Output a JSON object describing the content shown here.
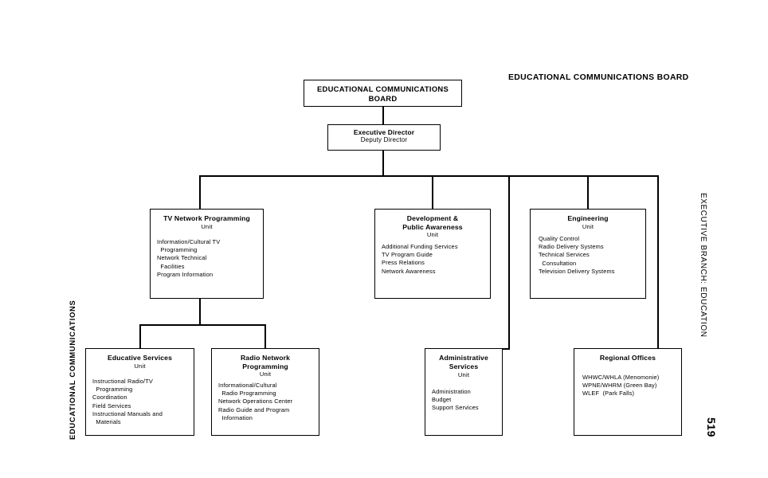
{
  "page": {
    "header_title": "EDUCATIONAL COMMUNICATIONS BOARD",
    "side_label_right": "EXECUTIVE BRANCH: EDUCATION",
    "side_label_left": "EDUCATIONAL COMMUNICATIONS",
    "page_number": "519"
  },
  "chart_data": {
    "type": "diagram",
    "title": "EDUCATIONAL COMMUNICATIONS BOARD",
    "nodes": [
      {
        "id": "board",
        "title": "EDUCATIONAL COMMUNICATIONS BOARD",
        "subtitle": "",
        "items": [],
        "level": 0
      },
      {
        "id": "executive-director",
        "title": "Executive Director",
        "subtitle": "Deputy Director",
        "items": [],
        "level": 1
      },
      {
        "id": "tv-network-programming",
        "title": "TV Network Programming",
        "subtitle": "Unit",
        "items": [
          "Information/Cultural TV",
          "  Programming",
          "Network Technical",
          "  Facilities",
          "Program Information"
        ],
        "level": 2
      },
      {
        "id": "development-public-awareness",
        "title": "Development &\nPublic Awareness",
        "subtitle": "Unit",
        "items": [
          "Additional Funding Services",
          "TV Program Guide",
          "Press Relations",
          "Network Awareness"
        ],
        "level": 2
      },
      {
        "id": "engineering",
        "title": "Engineering",
        "subtitle": "Unit",
        "items": [
          "Quality Control",
          "Radio Delivery Systems",
          "Technical Services",
          "  Consultation",
          "Television Delivery Systems"
        ],
        "level": 2
      },
      {
        "id": "educative-services",
        "title": "Educative Services",
        "subtitle": "Unit",
        "items": [
          "Instructional Radio/TV",
          "  Programming",
          "Coordination",
          "Field Services",
          "Instructional Manuals and",
          "  Materials"
        ],
        "level": 3
      },
      {
        "id": "radio-network-programming",
        "title": "Radio Network\nProgramming",
        "subtitle": "Unit",
        "items": [
          "Informational/Cultural",
          "  Radio Programming",
          "Network Operations Center",
          "Radio Guide and Program",
          "  Information"
        ],
        "level": 3
      },
      {
        "id": "administrative-services",
        "title": "Administrative Services",
        "subtitle": "Unit",
        "items": [
          "Administration",
          "Budget",
          "Support Services"
        ],
        "level": 3
      },
      {
        "id": "regional-offices",
        "title": "Regional Offices",
        "subtitle": "",
        "items": [
          "WHWC/WHLA (Menomonie)",
          "WPNE/WHRM (Green Bay)",
          "WLEF  (Park Falls)"
        ],
        "level": 3
      }
    ],
    "edges": [
      {
        "from": "board",
        "to": "executive-director"
      },
      {
        "from": "executive-director",
        "to": "tv-network-programming"
      },
      {
        "from": "executive-director",
        "to": "development-public-awareness"
      },
      {
        "from": "executive-director",
        "to": "engineering"
      },
      {
        "from": "executive-director",
        "to": "administrative-services"
      },
      {
        "from": "executive-director",
        "to": "regional-offices"
      },
      {
        "from": "tv-network-programming",
        "to": "educative-services"
      },
      {
        "from": "tv-network-programming",
        "to": "radio-network-programming"
      }
    ]
  }
}
